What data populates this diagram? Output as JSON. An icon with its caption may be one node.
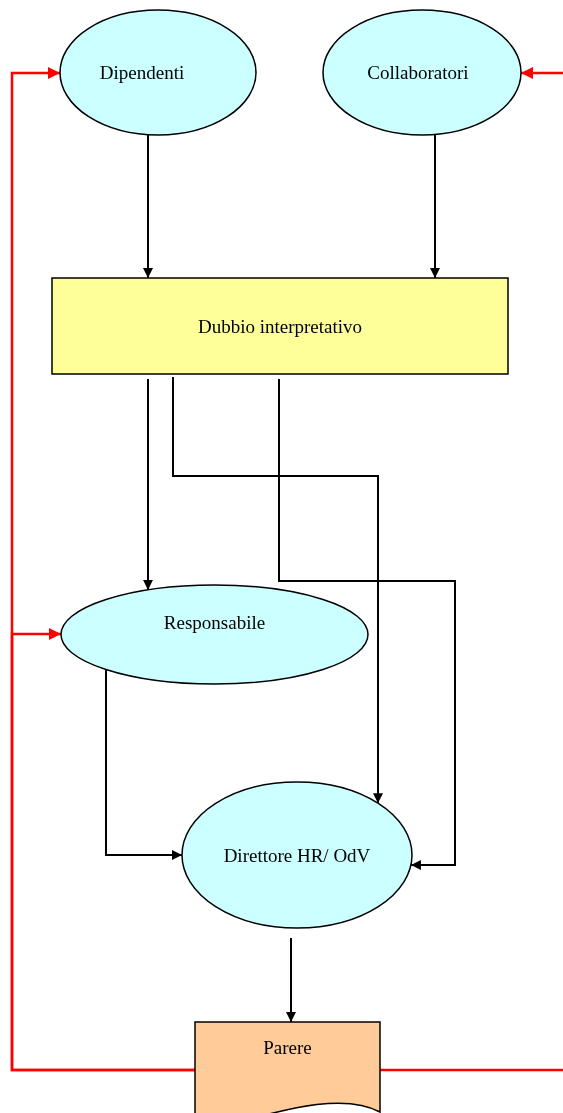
{
  "diagram": {
    "nodes": [
      {
        "text": [
          "Dipendenti"
        ]
      },
      {
        "text": [
          "Collaboratori"
        ]
      },
      {
        "text": [
          "Dubbio interpretativo"
        ]
      },
      {
        "text": [
          "Responsabile"
        ]
      },
      {
        "text": [
          "Direttore HR/ OdV"
        ]
      },
      {
        "text": [
          "Parere"
        ]
      }
    ],
    "edges": [
      {
        "from": 0,
        "to": 2,
        "arrow": "to"
      },
      {
        "from": 1,
        "to": 2,
        "arrow": "to"
      },
      {
        "from": 2,
        "to": 3,
        "arrow": "to"
      },
      {
        "from": 2,
        "to": 4,
        "arrow": "to"
      },
      {
        "from": 2,
        "to": 4,
        "arrow": "to"
      },
      {
        "from": 3,
        "to": 4,
        "arrow": "to"
      },
      {
        "from": 4,
        "to": 5,
        "arrow": "to"
      },
      {
        "from": 5,
        "to": 0,
        "arrow": "to",
        "color": "#ff0000"
      },
      {
        "from": 5,
        "to": 3,
        "arrow": "to",
        "color": "#ff0000"
      },
      {
        "from": 5,
        "to": 1,
        "arrow": "to",
        "color": "#ff0000"
      }
    ]
  }
}
